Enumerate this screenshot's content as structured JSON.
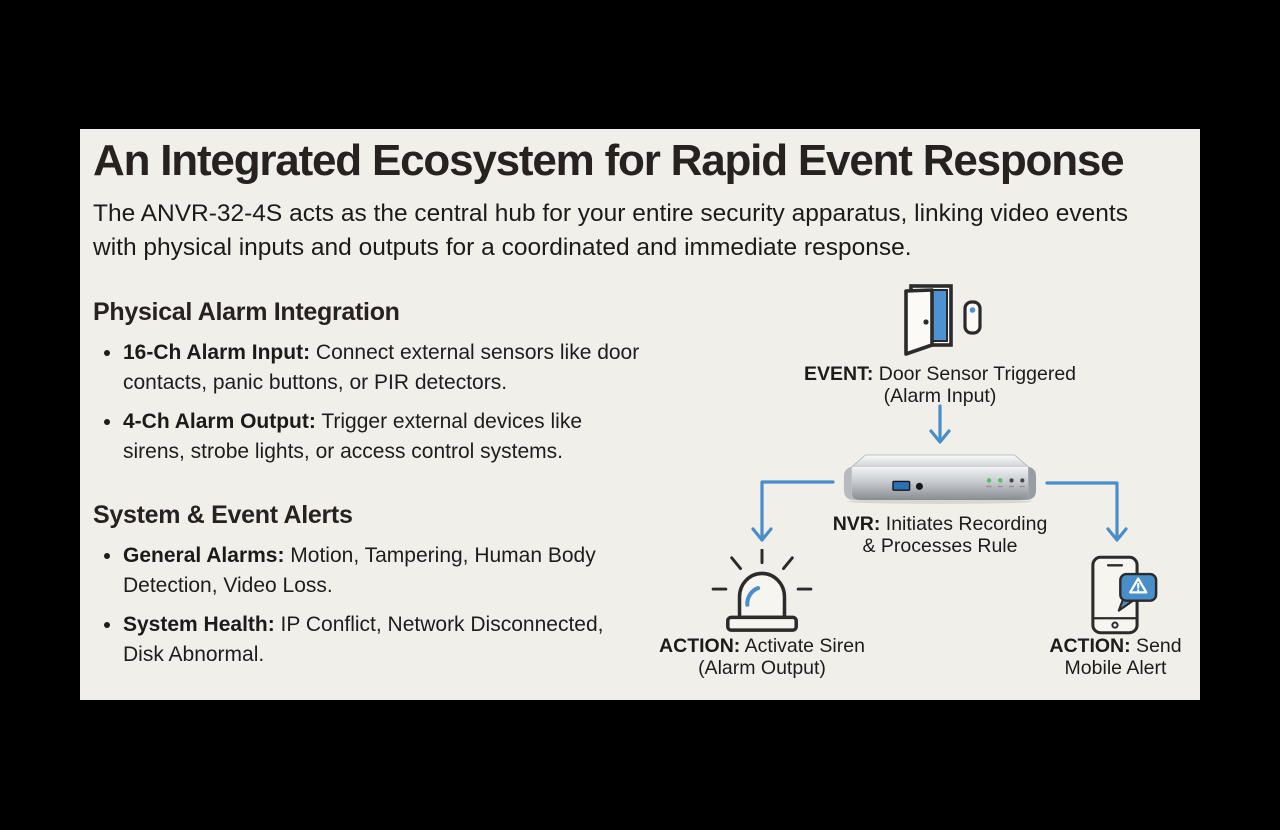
{
  "colors": {
    "page_bg": "#000000",
    "card_bg": "#f0efe9",
    "heading_text": "#272220",
    "body_text": "#1e1d1c",
    "accent_blue": "#4a8ec9",
    "door_blue": "#4e92d2",
    "icon_stroke": "#2b2b2b",
    "led_green": "#5abf68"
  },
  "header": {
    "title": "An Integrated Ecosystem for Rapid Event Response",
    "subtitle": "The ANVR-32-4S acts as the central hub for your entire security apparatus, linking video events with physical inputs and outputs for a coordinated and immediate response."
  },
  "sections": [
    {
      "heading": "Physical Alarm Integration",
      "bullets": [
        {
          "label": "16-Ch Alarm Input:",
          "text": " Connect external sensors like door contacts, panic buttons, or PIR detectors."
        },
        {
          "label": "4-Ch Alarm Output:",
          "text": " Trigger external devices like sirens, strobe lights, or access control systems."
        }
      ]
    },
    {
      "heading": "System & Event Alerts",
      "bullets": [
        {
          "label": "General Alarms:",
          "text": " Motion, Tampering, Human Body Detection, Video Loss."
        },
        {
          "label": "System Health:",
          "text": " IP Conflict, Network Disconnected, Disk Abnormal."
        }
      ]
    }
  ],
  "diagram": {
    "event": {
      "label": "EVENT:",
      "text": " Door Sensor Triggered",
      "line2": "(Alarm Input)"
    },
    "nvr": {
      "label": "NVR:",
      "text": " Initiates Recording",
      "line2": "& Processes Rule"
    },
    "action_siren": {
      "label": "ACTION:",
      "text": " Activate Siren",
      "line2": "(Alarm Output)"
    },
    "action_mobile": {
      "label": "ACTION:",
      "text": " Send",
      "line2": "Mobile Alert"
    }
  }
}
